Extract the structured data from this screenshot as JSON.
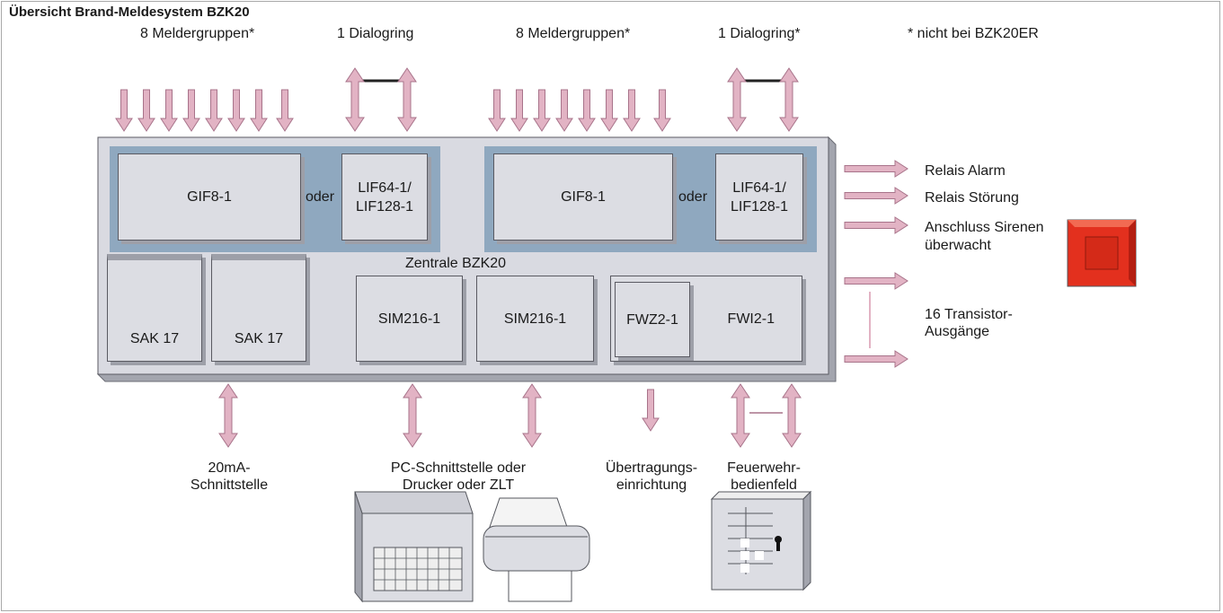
{
  "title": "Übersicht Brand-Meldesystem BZK20",
  "colors": {
    "arrow": "#e2b3c4",
    "arrow_stroke": "#a8738a",
    "panel": "#d9dae1",
    "module_bg": "#8fa8bf",
    "module": "#dcdde3",
    "siren": "#e3301e"
  },
  "top_labels": {
    "groups_1": "8 Meldergruppen*",
    "ring_1": "1 Dialogring",
    "groups_2": "8 Meldergruppen*",
    "ring_2": "1 Dialogring*",
    "footnote": "* nicht bei BZK20ER"
  },
  "modules": {
    "gif_1": "GIF8-1",
    "oder_1": "oder",
    "lif_1_line1": "LIF64-1/",
    "lif_1_line2": "LIF128-1",
    "gif_2": "GIF8-1",
    "oder_2": "oder",
    "lif_2_line1": "LIF64-1/",
    "lif_2_line2": "LIF128-1",
    "central": "Zentrale BZK20",
    "sak_1": "SAK 17",
    "sak_2": "SAK 17",
    "sim_1": "SIM216-1",
    "sim_2": "SIM216-1",
    "fwz": "FWZ2-1",
    "fwi": "FWI2-1"
  },
  "outputs": {
    "relay_alarm": "Relais Alarm",
    "relay_fault": "Relais Störung",
    "siren_line1": "Anschluss Sirenen",
    "siren_line2": "überwacht",
    "transistor_line1": "16 Transistor-",
    "transistor_line2": "Ausgänge"
  },
  "bottom_labels": {
    "ma_line1": "20mA-",
    "ma_line2": "Schnittstelle",
    "pc_line1": "PC-Schnittstelle oder",
    "pc_line2": "Drucker oder ZLT",
    "tx_line1": "Übertragungs-",
    "tx_line2": "einrichtung",
    "fw_line1": "Feuerwehr-",
    "fw_line2": "bedienfeld"
  },
  "icons": [
    "laptop-icon",
    "printer-icon",
    "fire-panel-icon",
    "siren-icon"
  ]
}
